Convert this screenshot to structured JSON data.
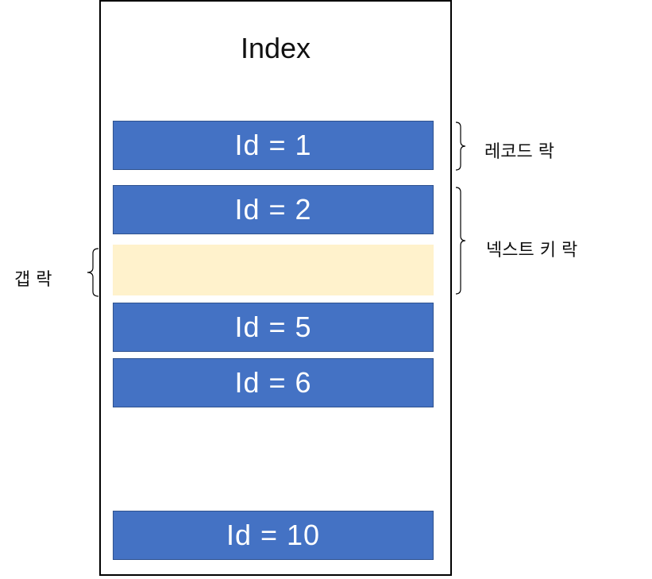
{
  "title": "Index",
  "records": [
    {
      "label": "Id = 1"
    },
    {
      "label": "Id = 2"
    },
    {
      "label": "Id = 5"
    },
    {
      "label": "Id = 6"
    },
    {
      "label": "Id = 10"
    }
  ],
  "annotations": {
    "record_lock": "레코드 락",
    "next_key_lock": "넥스트 키 락",
    "gap_lock": "갭 락"
  },
  "colors": {
    "record_fill": "#4472C4",
    "gap_fill": "#FFF2CC",
    "border": "#000000"
  }
}
